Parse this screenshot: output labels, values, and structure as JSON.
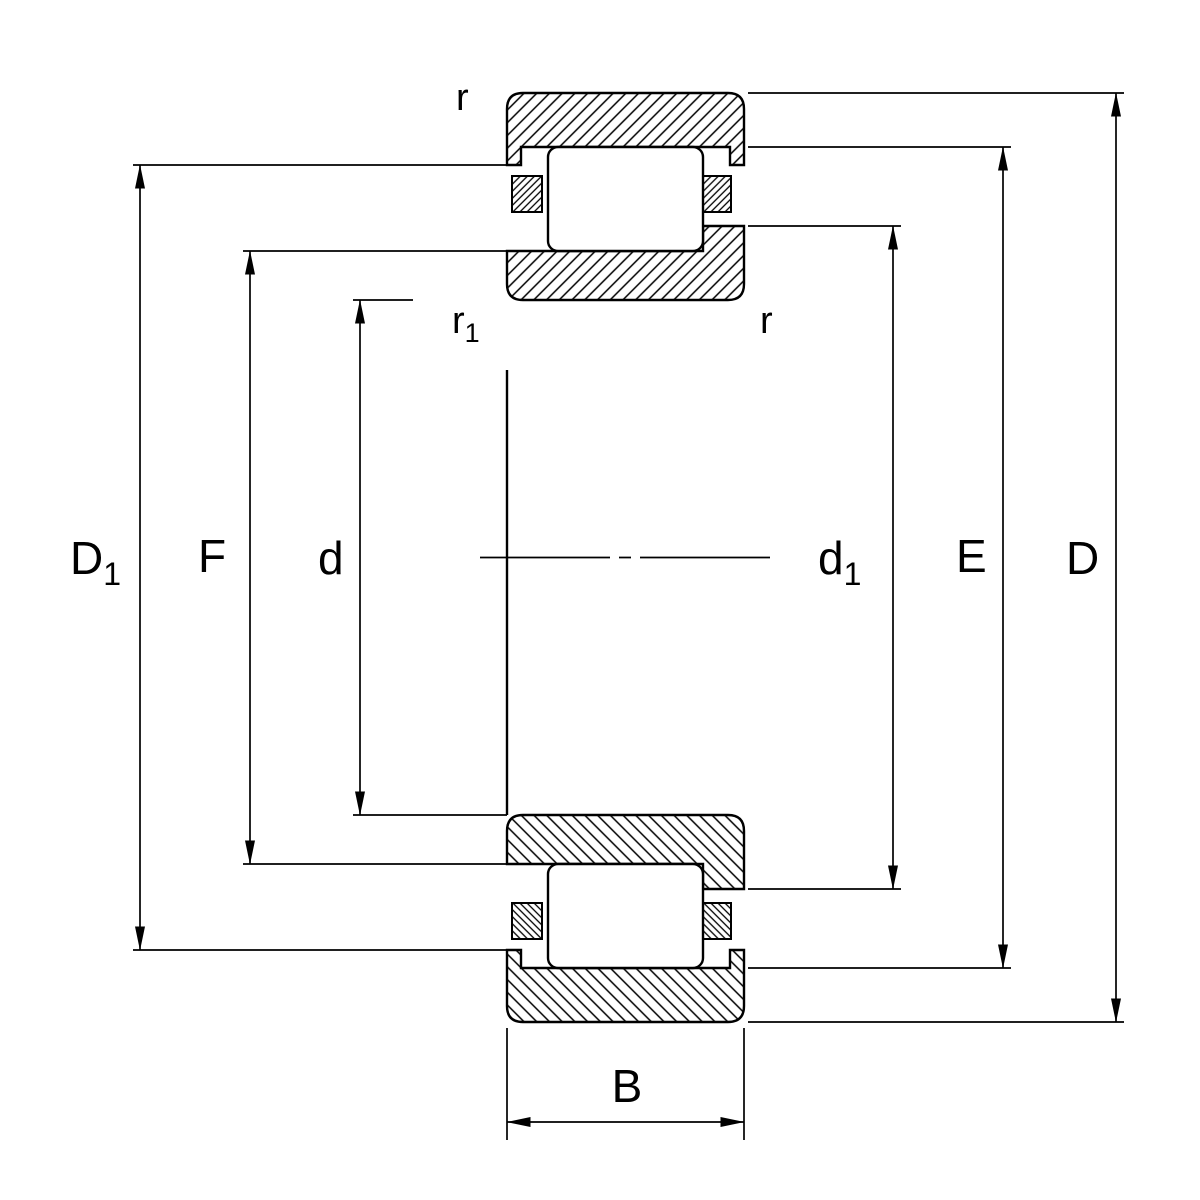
{
  "drawing": {
    "background_color": "#ffffff",
    "line_color": "#000000",
    "labels": {
      "D1": {
        "base": "D",
        "sub": "1"
      },
      "F": {
        "base": "F"
      },
      "d": {
        "base": "d"
      },
      "r_top": {
        "base": "r"
      },
      "r1": {
        "base": "r",
        "sub": "1"
      },
      "r_right": {
        "base": "r"
      },
      "d1": {
        "base": "d",
        "sub": "1"
      },
      "E": {
        "base": "E"
      },
      "D": {
        "base": "D"
      },
      "B": {
        "base": "B"
      }
    }
  }
}
